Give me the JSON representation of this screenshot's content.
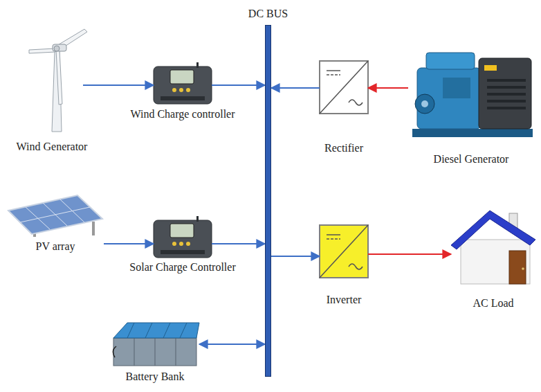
{
  "diagram": {
    "nodes": [
      {
        "text": [
          "DC BUS"
        ]
      },
      {
        "text": [
          "Wind Generator"
        ]
      },
      {
        "text": [
          "Wind Charge controller"
        ]
      },
      {
        "text": [
          "Rectifier"
        ]
      },
      {
        "text": [
          "Diesel Generator"
        ]
      },
      {
        "text": [
          "PV array"
        ]
      },
      {
        "text": [
          "Solar Charge Controller"
        ]
      },
      {
        "text": [
          "Inverter"
        ]
      },
      {
        "text": [
          "AC Load"
        ]
      },
      {
        "text": [
          "Battery Bank"
        ]
      }
    ],
    "edges": [
      {
        "from": 1,
        "to": 2,
        "arrow": "to"
      },
      {
        "from": 2,
        "to": 0,
        "arrow": "to"
      },
      {
        "from": 4,
        "to": 3,
        "arrow": "to"
      },
      {
        "from": 3,
        "to": 0,
        "arrow": "to"
      },
      {
        "from": 5,
        "to": 6,
        "arrow": "to"
      },
      {
        "from": 6,
        "to": 0,
        "arrow": "to"
      },
      {
        "from": 0,
        "to": 7,
        "arrow": "to"
      },
      {
        "from": 7,
        "to": 8,
        "arrow": "to"
      },
      {
        "from": 9,
        "to": 0,
        "arrow": "both"
      }
    ]
  }
}
